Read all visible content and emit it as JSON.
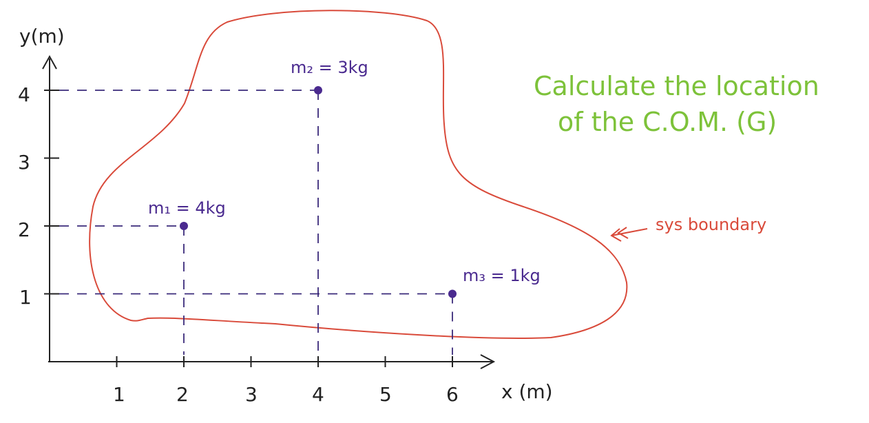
{
  "axes": {
    "y_label": "y(m)",
    "x_label": "x (m)",
    "x_ticks": [
      "1",
      "2",
      "3",
      "4",
      "5",
      "6"
    ],
    "y_ticks": [
      "1",
      "2",
      "3",
      "4"
    ]
  },
  "masses": [
    {
      "label": "m₁ = 4kg",
      "x": 2,
      "y": 2
    },
    {
      "label": "m₂ = 3kg",
      "x": 4,
      "y": 4
    },
    {
      "label": "m₃ = 1kg",
      "x": 6,
      "y": 1
    }
  ],
  "task": {
    "line1": "Calculate the location",
    "line2": "of the C.O.M. (G)"
  },
  "boundary": {
    "label": "sys boundary"
  },
  "colors": {
    "axes": "#222222",
    "masses": "#4a2a8f",
    "boundary": "#d94a3a",
    "task": "#7dc23a"
  }
}
